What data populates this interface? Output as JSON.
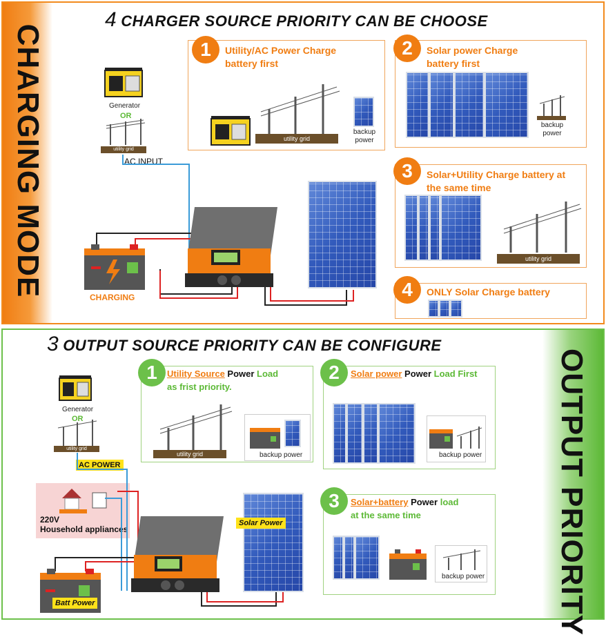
{
  "charging": {
    "side_title": "CHARGING MODE",
    "title_number": "4",
    "title_text": "CHARGER SOURCE PRIORITY CAN BE CHOOSE",
    "generator_label": "Generator",
    "or_label": "OR",
    "utility_grid_label": "utility grid",
    "ac_input_label": "AC INPUT",
    "battery_label": "CHARGING",
    "options": [
      {
        "num": "1",
        "text": "Utility/AC Power Charge battery first",
        "backup_label": "backup power",
        "grid_label": "utility grid"
      },
      {
        "num": "2",
        "text": "Solar power Charge battery first",
        "backup_label": "backup power"
      },
      {
        "num": "3",
        "text": "Solar+Utility Charge battery at the same time",
        "grid_label": "utility grid"
      },
      {
        "num": "4",
        "text": "ONLY Solar Charge battery"
      }
    ]
  },
  "output": {
    "side_title": "OUTPUT PRIORITY",
    "title_number": "3",
    "title_text": "OUTPUT SOURCE PRIORITY CAN BE CONFIGURE",
    "generator_label": "Generator",
    "or_label": "OR",
    "utility_grid_label": "utility grid",
    "ac_power_tag": "AC POWER",
    "solar_power_tag": "Solar Power",
    "batt_power_tag": "Batt Power",
    "household_line1": "220V",
    "household_line2": "Household appliances",
    "options": [
      {
        "num": "1",
        "t1": "Utility Source",
        "t2": " Power ",
        "t3": "Load",
        "t4": "as frist priority.",
        "grid_label": "utility grid",
        "backup_label": "backup power"
      },
      {
        "num": "2",
        "t1": "Solar power",
        "t2": " Power ",
        "t3": "Load First",
        "backup_label": "backup power"
      },
      {
        "num": "3",
        "t1": "Solar+battery",
        "t2": " Power ",
        "t3": "load",
        "t4": "at the same time",
        "backup_label": "backup power"
      }
    ]
  },
  "colors": {
    "orange": "#f07d12",
    "green": "#6cc04a",
    "solar_blue": "#2f58b8",
    "grid_brown": "#6b4f2a",
    "tag_yellow": "#ffe21a"
  }
}
